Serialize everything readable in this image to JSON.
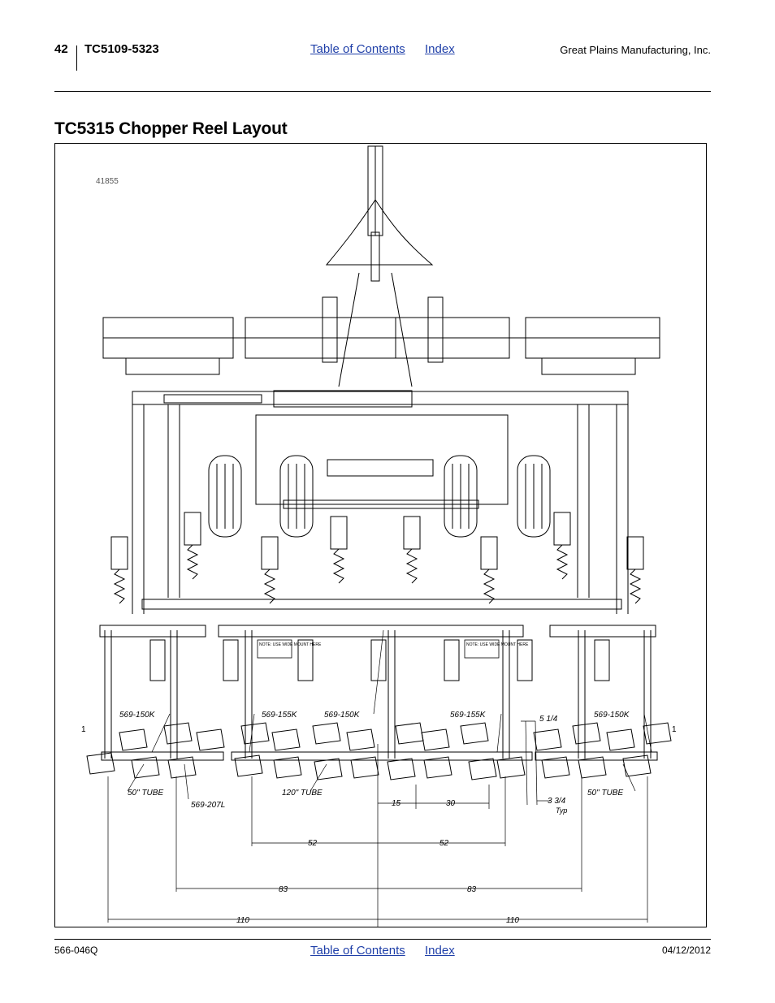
{
  "header": {
    "page_number": "42",
    "model": "TC5109-5323",
    "toc_link": "Table of Contents",
    "index_link": "Index",
    "company": "Great Plains Manufacturing, Inc."
  },
  "section": {
    "title": "TC5315 Chopper Reel Layout"
  },
  "figure": {
    "id": "41855",
    "labels": {
      "part_150k": "569-150K",
      "part_155k": "569-155K",
      "part_207l": "569-207L",
      "tube_50": "50\" TUBE",
      "tube_120": "120\" TUBE",
      "note": "NOTE: USE WIDE MOUNT HERE",
      "dim_5_1_4": "5 1/4",
      "dim_3_3_4": "3 3/4",
      "typ": "Typ",
      "dim_15": "15",
      "dim_30": "30",
      "dim_52": "52",
      "dim_83": "83",
      "dim_110": "110",
      "one": "1"
    }
  },
  "footer": {
    "doc_number": "566-046Q",
    "toc_link": "Table of Contents",
    "index_link": "Index",
    "date": "04/12/2012"
  }
}
